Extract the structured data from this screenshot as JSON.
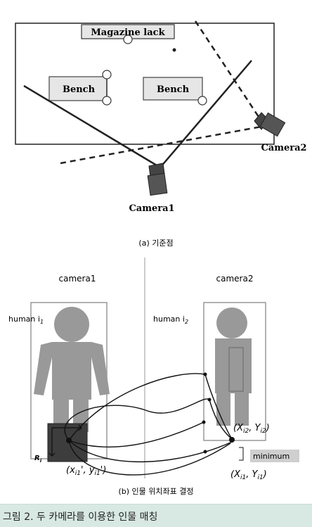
{
  "panel_a": {
    "magazine_rack": "Magazine lack",
    "bench_left": "Bench",
    "bench_right": "Bench",
    "camera1": "Camera1",
    "camera2": "Camera2",
    "caption": "(a) 기준점"
  },
  "panel_b": {
    "camera1_label": "camera1",
    "camera2_label": "camera2",
    "human_i1": "human i",
    "human_i1_sub": "1",
    "human_i2": "human i",
    "human_i2_sub": "2",
    "region_label": "R",
    "region_sub": "i",
    "pt_i1_prime": "(x",
    "pt_i1_prime_sub1": "i1",
    "pt_i1_prime_mid": "', y",
    "pt_i1_prime_sub2": "i1",
    "pt_i1_prime_end": "')",
    "pt_i2_a": "(X",
    "pt_i2_sub1": "i2",
    "pt_i2_mid": ", Y",
    "pt_i2_sub2": "i2",
    "pt_i2_end": ")",
    "pt_i1_a": "(X",
    "pt_i1_sub1": "i1",
    "pt_i1_mid": ", Y",
    "pt_i1_sub2": "i1",
    "pt_i1_end": ")",
    "minimum": "minimum",
    "caption": "(b) 인물 위치좌표 결정"
  },
  "figure_caption": "그림 2. 두 카메라를 이용한 인물 매칭"
}
